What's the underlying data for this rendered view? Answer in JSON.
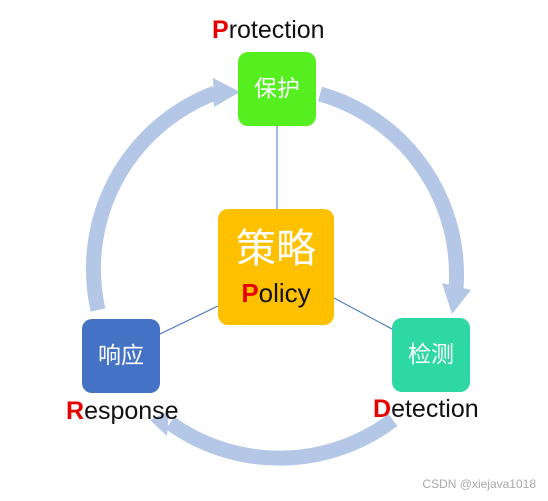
{
  "nodes": {
    "protection": {
      "zh": "保护",
      "initial": "P",
      "rest": "rotection"
    },
    "detection": {
      "zh": "检测",
      "initial": "D",
      "rest": "etection"
    },
    "response": {
      "zh": "响应",
      "initial": "R",
      "rest": "esponse"
    },
    "policy": {
      "zh": "策略",
      "initial": "P",
      "rest": "olicy"
    }
  },
  "colors": {
    "protection": "#55ee1e",
    "detection": "#2ed8a2",
    "response": "#4472c4",
    "policy": "#ffc000",
    "cycle_arrows": "#b4c7e7",
    "connectors": "#4472c4",
    "initial_letters": "#e60000"
  },
  "watermark": "CSDN @xiejava1018"
}
